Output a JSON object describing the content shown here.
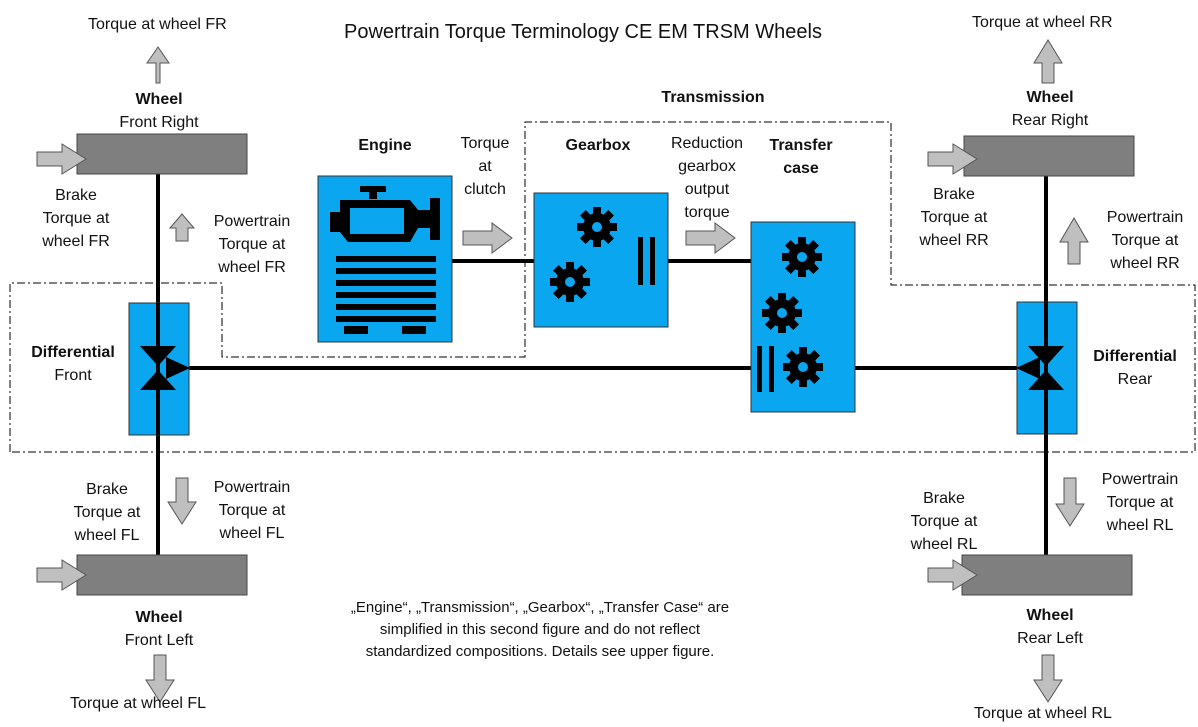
{
  "title": "Powertrain Torque Terminology CE EM TRSM Wheels",
  "wheels": {
    "fr": {
      "label": "Wheel",
      "sub": "Front Right",
      "torque_out": "Torque at wheel FR",
      "brake": [
        "Brake",
        "Torque at",
        "wheel FR"
      ],
      "powertrain": [
        "Powertrain",
        "Torque at",
        "wheel FR"
      ]
    },
    "rr": {
      "label": "Wheel",
      "sub": "Rear Right",
      "torque_out": "Torque at wheel RR",
      "brake": [
        "Brake",
        "Torque at",
        "wheel RR"
      ],
      "powertrain": [
        "Powertrain",
        "Torque at",
        "wheel RR"
      ]
    },
    "fl": {
      "label": "Wheel",
      "sub": "Front Left",
      "torque_out": "Torque at wheel FL",
      "brake": [
        "Brake",
        "Torque at",
        "wheel FL"
      ],
      "powertrain": [
        "Powertrain",
        "Torque at",
        "wheel FL"
      ]
    },
    "rl": {
      "label": "Wheel",
      "sub": "Rear Left",
      "torque_out": "Torque at wheel RL",
      "brake": [
        "Brake",
        "Torque at",
        "wheel RL"
      ],
      "powertrain": [
        "Powertrain",
        "Torque at",
        "wheel RL"
      ]
    }
  },
  "differential_front": {
    "label": "Differential",
    "sub": "Front"
  },
  "differential_rear": {
    "label": "Differential",
    "sub": "Rear"
  },
  "engine": {
    "label": "Engine"
  },
  "torque_clutch": [
    "Torque",
    "at",
    "clutch"
  ],
  "transmission": {
    "label": "Transmission"
  },
  "gearbox": {
    "label": "Gearbox"
  },
  "reduction": [
    "Reduction",
    "gearbox",
    "output",
    "torque"
  ],
  "transfer_case": [
    "Transfer",
    "case"
  ],
  "note": [
    "„Engine“, „Transmission“, „Gearbox“, „Transfer Case“ are",
    "simplified in this second figure and do not reflect",
    "standardized compositions. Details see upper figure."
  ],
  "colors": {
    "component_fill": "#0aa6f0",
    "wheel_fill": "#7f7f7f",
    "arrow_fill": "#bfbfbf",
    "line": "#000000"
  }
}
